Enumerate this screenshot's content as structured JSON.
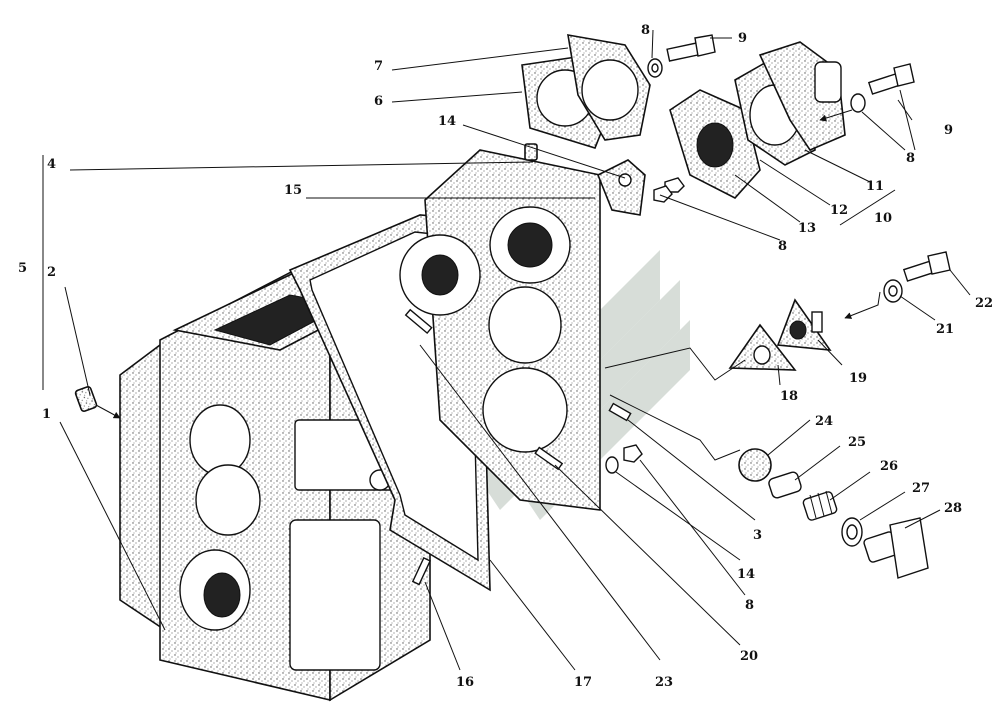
{
  "diagram": {
    "labels": {
      "l1": "1",
      "l2": "2",
      "l3": "3",
      "l4": "4",
      "l5": "5",
      "l6": "6",
      "l7": "7",
      "l8a": "8",
      "l8b": "8",
      "l8c": "8",
      "l8d": "8",
      "l9a": "9",
      "l9b": "9",
      "l10": "10",
      "l11": "11",
      "l12": "12",
      "l13": "13",
      "l14a": "14",
      "l14b": "14",
      "l15": "15",
      "l16": "16",
      "l17": "17",
      "l18": "18",
      "l19": "19",
      "l20": "20",
      "l21": "21",
      "l22": "22",
      "l23": "23",
      "l24": "24",
      "l25": "25",
      "l26": "26",
      "l27": "27",
      "l28": "28"
    }
  }
}
